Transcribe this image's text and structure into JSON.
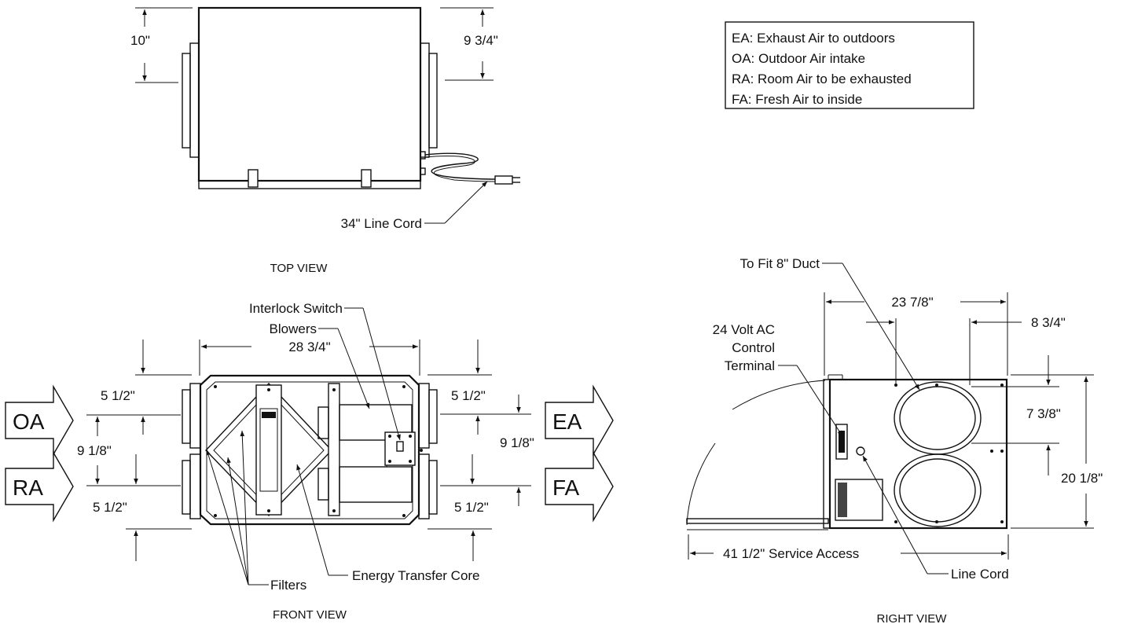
{
  "legend": {
    "lines": [
      "EA: Exhaust Air to outdoors",
      "OA: Outdoor Air intake",
      "RA: Room Air to be exhausted",
      "FA: Fresh Air to inside"
    ]
  },
  "top_view": {
    "title": "TOP VIEW",
    "dim_left": "10\"",
    "dim_right": "9 3/4\"",
    "line_cord": "34\" Line Cord"
  },
  "front_view": {
    "title": "FRONT VIEW",
    "interlock_switch": "Interlock Switch",
    "blowers": "Blowers",
    "width": "28 3/4\"",
    "left_top": "5 1/2\"",
    "left_mid": "9 1/8\"",
    "left_bottom": "5 1/2\"",
    "right_top": "5 1/2\"",
    "right_mid": "9 1/8\"",
    "right_bottom": "5 1/2\"",
    "filters": "Filters",
    "core": "Energy Transfer Core",
    "arrows": {
      "oa": "OA",
      "ra": "RA",
      "ea": "EA",
      "fa": "FA"
    }
  },
  "right_view": {
    "title": "RIGHT VIEW",
    "duct": "To Fit 8\" Duct",
    "width": "23 7/8\"",
    "offset": "8 3/4\"",
    "terminal_l1": "24 Volt AC",
    "terminal_l2": "Control",
    "terminal_l3": "Terminal",
    "port_spacing": "7 3/8\"",
    "height": "20 1/8\"",
    "service": "41 1/2\" Service Access",
    "line_cord": "Line Cord"
  }
}
